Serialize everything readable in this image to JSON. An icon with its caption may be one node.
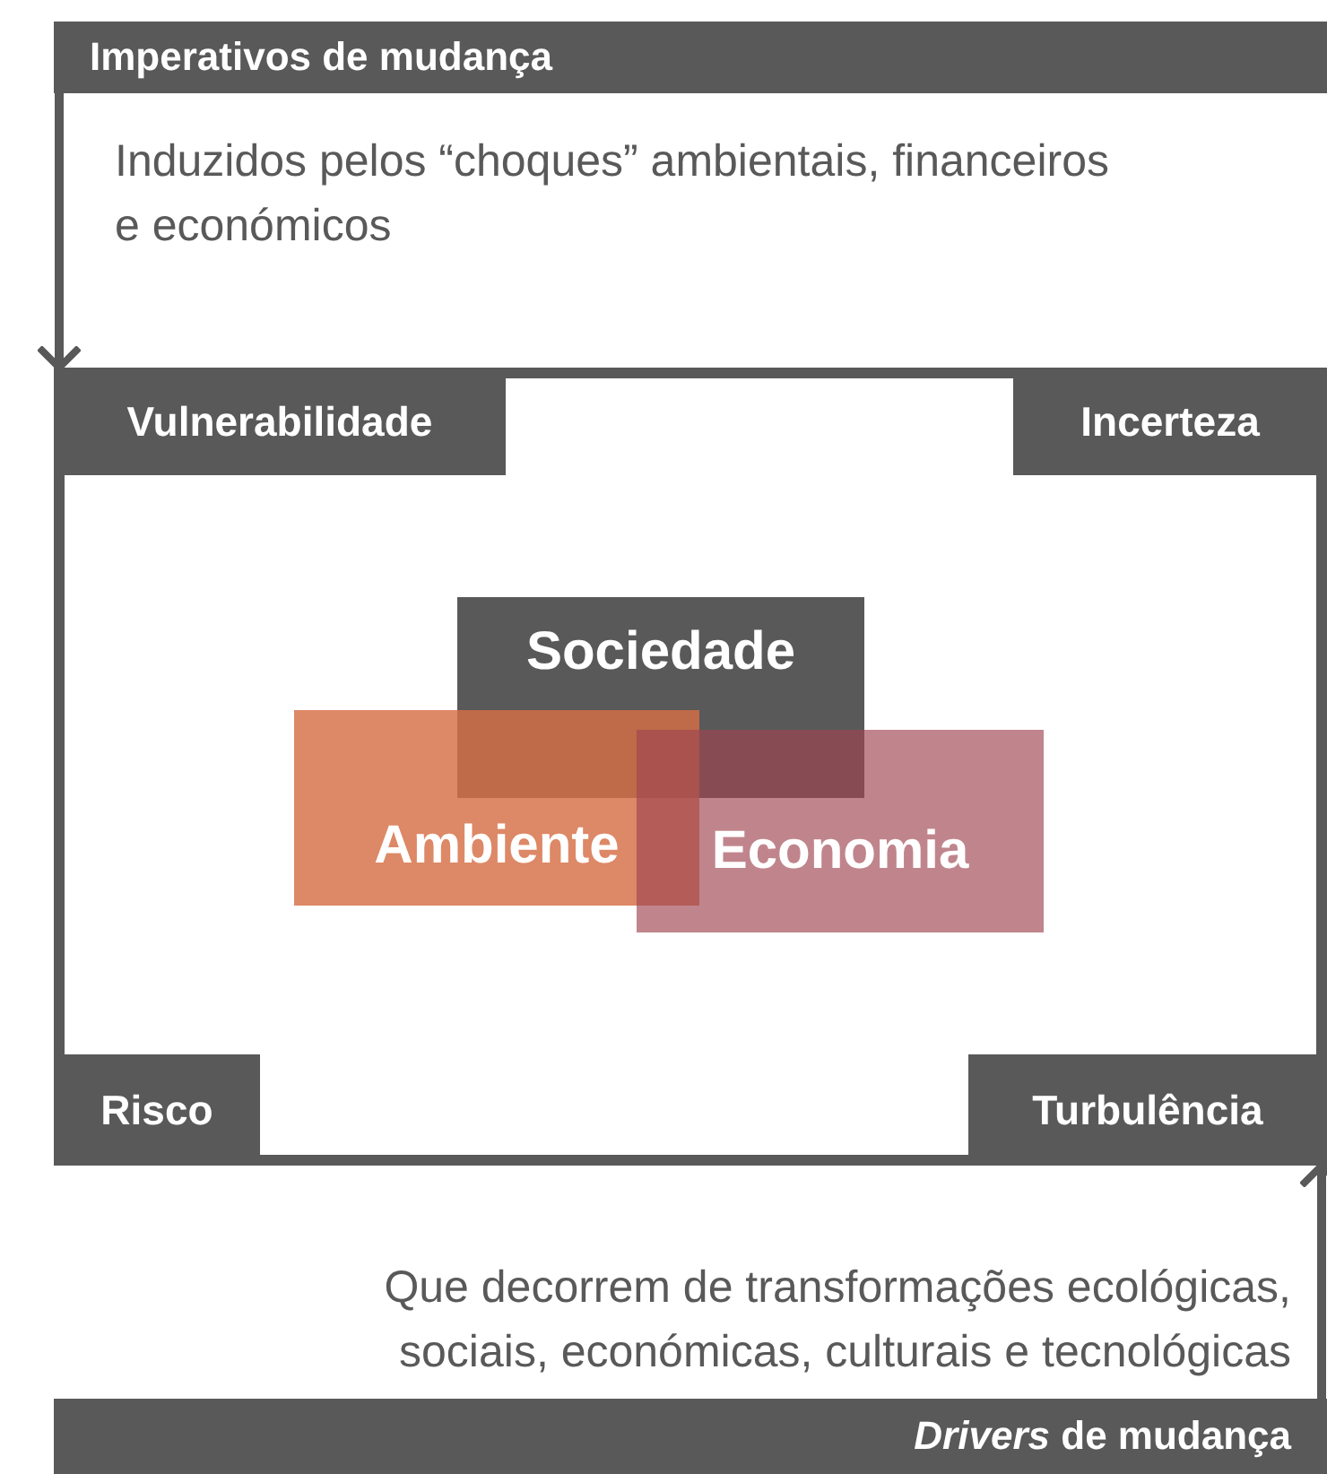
{
  "diagram": {
    "nodes": [
      {
        "text": [
          "Imperativos de mudança"
        ],
        "beside": [
          "Induzidos pelos “choques” ambientais, financeiros e económicos"
        ]
      },
      {
        "text": [],
        "shape": "box"
      },
      {
        "text": [
          "Vulnerabilidade"
        ],
        "in": 1
      },
      {
        "text": [
          "Incerteza"
        ],
        "in": 1
      },
      {
        "text": [
          "Sociedade"
        ],
        "in": 1
      },
      {
        "text": [
          "Ambiente"
        ],
        "in": 1
      },
      {
        "text": [
          "Economia"
        ],
        "in": 1
      },
      {
        "text": [
          "Risco"
        ],
        "in": 1
      },
      {
        "text": [
          "Turbulência"
        ],
        "in": 1
      },
      {
        "text": [
          "*Drivers* de mudança"
        ],
        "beside": [
          "Que decorrem de transformações ecológicas, sociais, económicas, culturais e tecnológicas"
        ]
      }
    ],
    "edges": [
      {
        "from": 0,
        "to": 1,
        "arrow": "to"
      },
      {
        "from": 9,
        "to": 1,
        "arrow": "to"
      }
    ]
  }
}
